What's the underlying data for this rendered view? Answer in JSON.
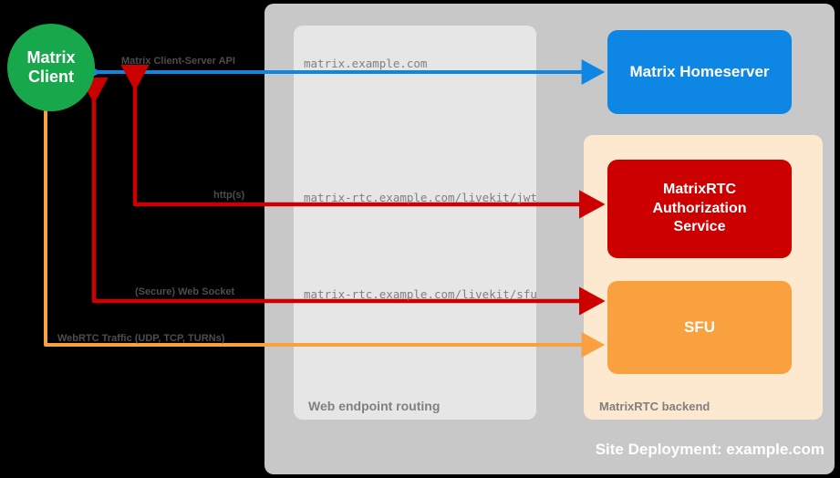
{
  "diagram": {
    "title": "Site Deployment: example.com",
    "containers": {
      "site_deployment": "Site Deployment: example.com",
      "web_endpoint_routing": "Web endpoint routing",
      "matrixrtc_backend": "MatrixRTC backend"
    },
    "nodes": {
      "matrix_client_line1": "Matrix",
      "matrix_client_line2": "Client",
      "matrix_homeserver": "Matrix Homeserver",
      "matrixrtc_auth_service": "MatrixRTC\nAuthorization\nService",
      "sfu": "SFU"
    },
    "edges": [
      {
        "id": "cs-api",
        "label": "Matrix Client-Server API",
        "endpoint": "matrix.example.com",
        "color": "#0d87e3",
        "direction": "bidirectional",
        "from": "Matrix Client",
        "to": "Matrix Homeserver"
      },
      {
        "id": "https",
        "label": "http(s)",
        "endpoint": "matrix-rtc.example.com/livekit/jwt",
        "color": "#cc0000",
        "direction": "bidirectional",
        "from": "Matrix Client",
        "to": "MatrixRTC Authorization Service"
      },
      {
        "id": "websocket",
        "label": "(Secure) Web Socket",
        "endpoint": "matrix-rtc.example.com/livekit/sfu",
        "color": "#cc0000",
        "direction": "bidirectional",
        "from": "Matrix Client",
        "to": "SFU"
      },
      {
        "id": "webrtc",
        "label": "WebRTC Traffic (UDP, TCP, TURNs)",
        "endpoint": "",
        "color": "#f9a03f",
        "direction": "bidirectional",
        "from": "Matrix Client",
        "to": "SFU"
      }
    ],
    "colors": {
      "background": "#000000",
      "site_container": "#c8c8c8",
      "web_endpoint_container": "#e6e6e6",
      "matrixrtc_container": "#fde8d0",
      "matrix_client": "#17a84b",
      "matrix_homeserver": "#0d87e3",
      "auth_service": "#cc0000",
      "sfu": "#f9a03f"
    }
  }
}
